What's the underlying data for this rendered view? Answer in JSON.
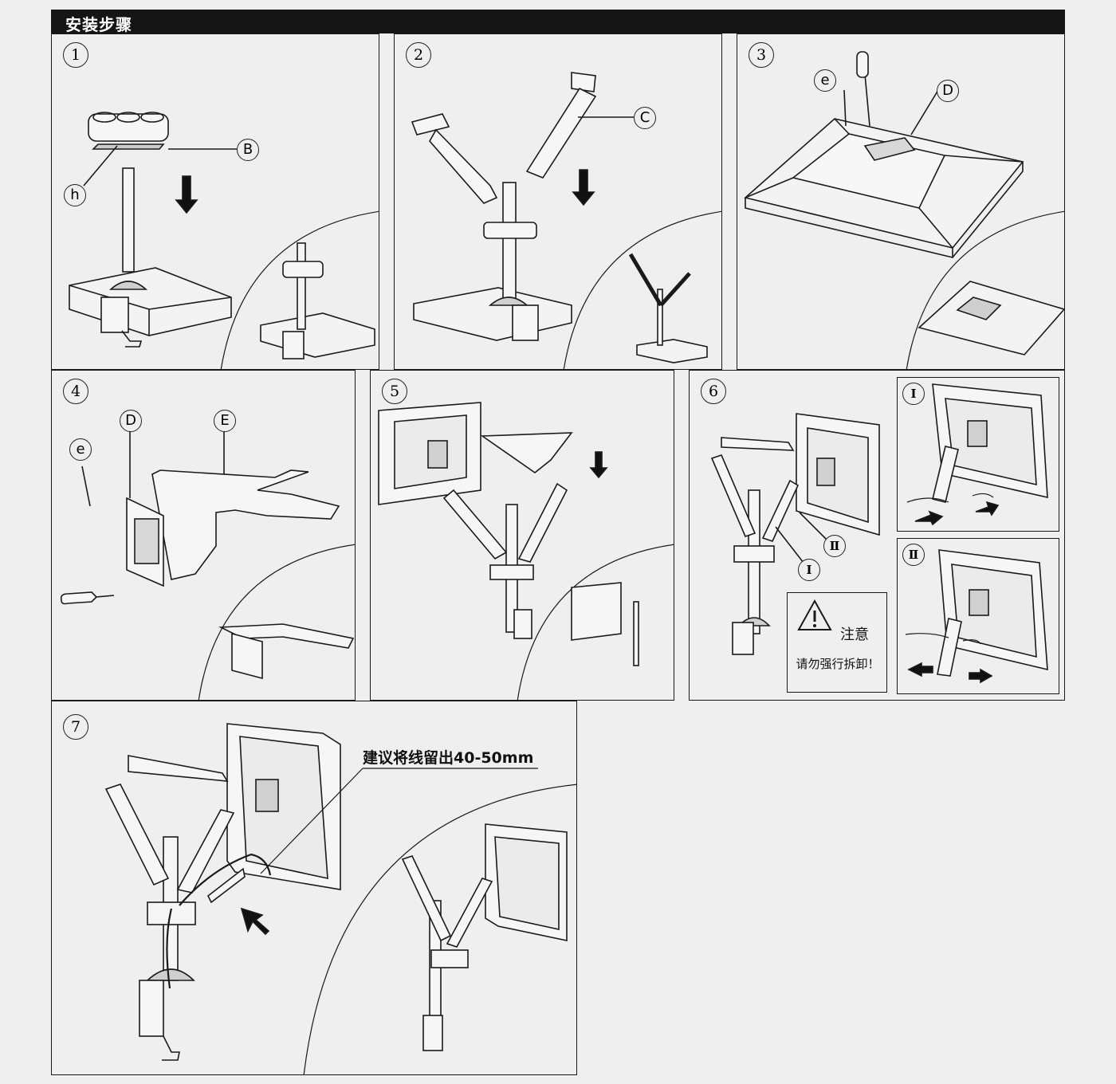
{
  "header": {
    "title": "安装步骤"
  },
  "steps": [
    {
      "number": "1",
      "callouts": [
        "B",
        "h"
      ]
    },
    {
      "number": "2",
      "callouts": [
        "C"
      ]
    },
    {
      "number": "3",
      "callouts": [
        "e",
        "D"
      ]
    },
    {
      "number": "4",
      "callouts": [
        "e",
        "D",
        "E"
      ]
    },
    {
      "number": "5",
      "callouts": []
    },
    {
      "number": "6",
      "callouts": [
        "Ⅱ",
        "Ⅰ"
      ],
      "subpanels": [
        "Ⅰ",
        "Ⅱ"
      ],
      "warning": {
        "title": "注意",
        "text": "请勿强行拆卸！"
      }
    },
    {
      "number": "7",
      "callouts": [],
      "annotation": "建议将线留出40-50mm"
    }
  ]
}
